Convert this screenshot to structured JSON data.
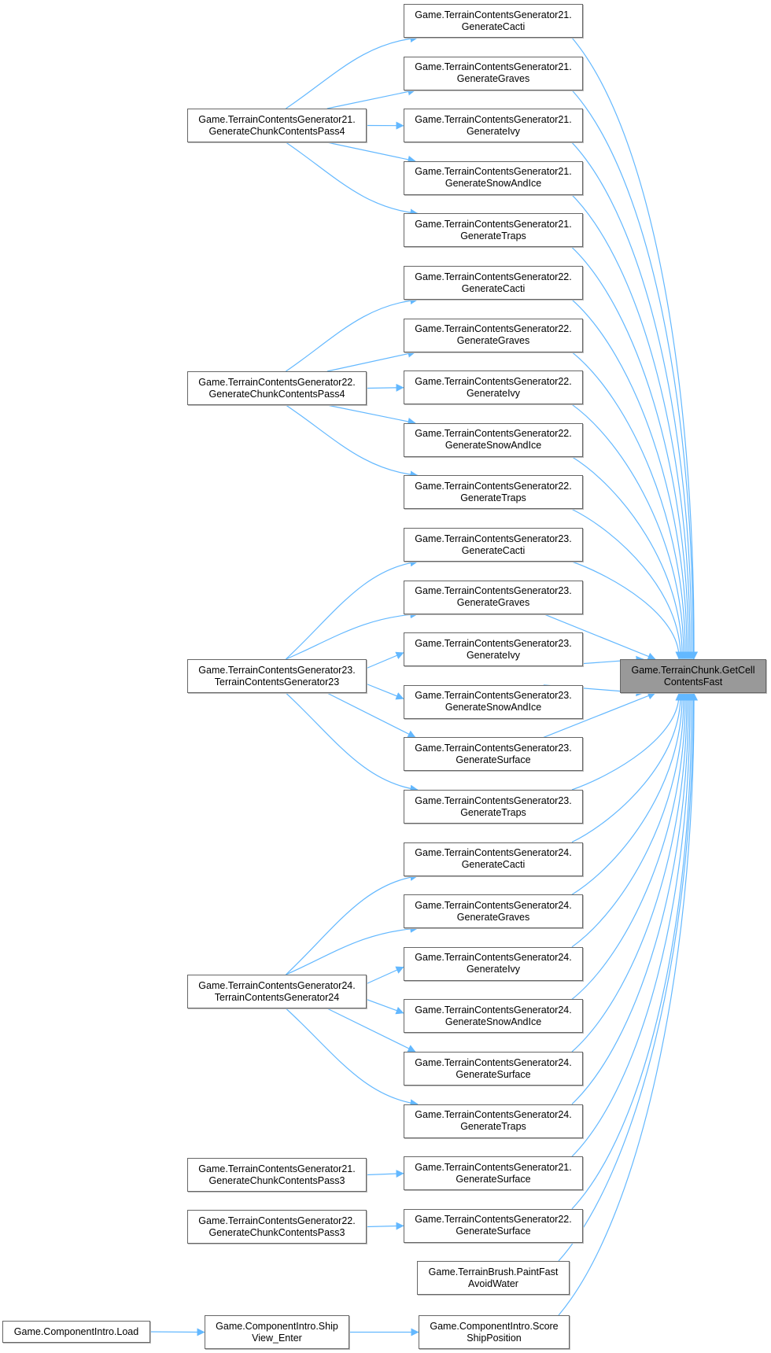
{
  "graph": {
    "title": "Caller graph",
    "colors": {
      "edge": "#63b8ff",
      "focus_fill": "#999999",
      "node_border": "#666666"
    },
    "focus": {
      "id": "target",
      "line1": "Game.TerrainChunk.GetCell",
      "line2": "ContentsFast"
    },
    "callers": [
      {
        "id": "m0",
        "line1": "Game.TerrainContentsGenerator21.",
        "line2": "GenerateCacti"
      },
      {
        "id": "m1",
        "line1": "Game.TerrainContentsGenerator21.",
        "line2": "GenerateGraves"
      },
      {
        "id": "m2",
        "line1": "Game.TerrainContentsGenerator21.",
        "line2": "GenerateIvy"
      },
      {
        "id": "m3",
        "line1": "Game.TerrainContentsGenerator21.",
        "line2": "GenerateSnowAndIce"
      },
      {
        "id": "m4",
        "line1": "Game.TerrainContentsGenerator21.",
        "line2": "GenerateTraps"
      },
      {
        "id": "m5",
        "line1": "Game.TerrainContentsGenerator22.",
        "line2": "GenerateCacti"
      },
      {
        "id": "m6",
        "line1": "Game.TerrainContentsGenerator22.",
        "line2": "GenerateGraves"
      },
      {
        "id": "m7",
        "line1": "Game.TerrainContentsGenerator22.",
        "line2": "GenerateIvy"
      },
      {
        "id": "m8",
        "line1": "Game.TerrainContentsGenerator22.",
        "line2": "GenerateSnowAndIce"
      },
      {
        "id": "m9",
        "line1": "Game.TerrainContentsGenerator22.",
        "line2": "GenerateTraps"
      },
      {
        "id": "m10",
        "line1": "Game.TerrainContentsGenerator23.",
        "line2": "GenerateCacti"
      },
      {
        "id": "m11",
        "line1": "Game.TerrainContentsGenerator23.",
        "line2": "GenerateGraves"
      },
      {
        "id": "m12",
        "line1": "Game.TerrainContentsGenerator23.",
        "line2": "GenerateIvy"
      },
      {
        "id": "m13",
        "line1": "Game.TerrainContentsGenerator23.",
        "line2": "GenerateSnowAndIce"
      },
      {
        "id": "m14",
        "line1": "Game.TerrainContentsGenerator23.",
        "line2": "GenerateSurface"
      },
      {
        "id": "m15",
        "line1": "Game.TerrainContentsGenerator23.",
        "line2": "GenerateTraps"
      },
      {
        "id": "m16",
        "line1": "Game.TerrainContentsGenerator24.",
        "line2": "GenerateCacti"
      },
      {
        "id": "m17",
        "line1": "Game.TerrainContentsGenerator24.",
        "line2": "GenerateGraves"
      },
      {
        "id": "m18",
        "line1": "Game.TerrainContentsGenerator24.",
        "line2": "GenerateIvy"
      },
      {
        "id": "m19",
        "line1": "Game.TerrainContentsGenerator24.",
        "line2": "GenerateSnowAndIce"
      },
      {
        "id": "m20",
        "line1": "Game.TerrainContentsGenerator24.",
        "line2": "GenerateSurface"
      },
      {
        "id": "m21",
        "line1": "Game.TerrainContentsGenerator24.",
        "line2": "GenerateTraps"
      },
      {
        "id": "m22",
        "line1": "Game.TerrainContentsGenerator21.",
        "line2": "GenerateSurface"
      },
      {
        "id": "m23",
        "line1": "Game.TerrainContentsGenerator22.",
        "line2": "GenerateSurface"
      },
      {
        "id": "m24",
        "line1": "Game.TerrainBrush.PaintFast",
        "line2": "AvoidWater"
      },
      {
        "id": "m25",
        "line1": "Game.ComponentIntro.Score",
        "line2": "ShipPosition"
      }
    ],
    "second_level": [
      {
        "id": "l0",
        "line1": "Game.TerrainContentsGenerator21.",
        "line2": "GenerateChunkContentsPass4"
      },
      {
        "id": "l1",
        "line1": "Game.TerrainContentsGenerator22.",
        "line2": "GenerateChunkContentsPass4"
      },
      {
        "id": "l2",
        "line1": "Game.TerrainContentsGenerator23.",
        "line2": "TerrainContentsGenerator23"
      },
      {
        "id": "l3",
        "line1": "Game.TerrainContentsGenerator24.",
        "line2": "TerrainContentsGenerator24"
      },
      {
        "id": "l4",
        "line1": "Game.TerrainContentsGenerator21.",
        "line2": "GenerateChunkContentsPass3"
      },
      {
        "id": "l5",
        "line1": "Game.TerrainContentsGenerator22.",
        "line2": "GenerateChunkContentsPass3"
      },
      {
        "id": "l6",
        "line1": "Game.ComponentIntro.Ship",
        "line2": "View_Enter"
      }
    ],
    "third_level": [
      {
        "id": "f0",
        "line1": "Game.ComponentIntro.Load",
        "line2": ""
      }
    ],
    "edges": [
      [
        "l0",
        "m0"
      ],
      [
        "l0",
        "m1"
      ],
      [
        "l0",
        "m2"
      ],
      [
        "l0",
        "m3"
      ],
      [
        "l0",
        "m4"
      ],
      [
        "l1",
        "m5"
      ],
      [
        "l1",
        "m6"
      ],
      [
        "l1",
        "m7"
      ],
      [
        "l1",
        "m8"
      ],
      [
        "l1",
        "m9"
      ],
      [
        "l2",
        "m10"
      ],
      [
        "l2",
        "m11"
      ],
      [
        "l2",
        "m12"
      ],
      [
        "l2",
        "m13"
      ],
      [
        "l2",
        "m14"
      ],
      [
        "l2",
        "m15"
      ],
      [
        "l3",
        "m16"
      ],
      [
        "l3",
        "m17"
      ],
      [
        "l3",
        "m18"
      ],
      [
        "l3",
        "m19"
      ],
      [
        "l3",
        "m20"
      ],
      [
        "l3",
        "m21"
      ],
      [
        "l4",
        "m22"
      ],
      [
        "l5",
        "m23"
      ],
      [
        "l6",
        "m25"
      ],
      [
        "f0",
        "l6"
      ]
    ]
  }
}
